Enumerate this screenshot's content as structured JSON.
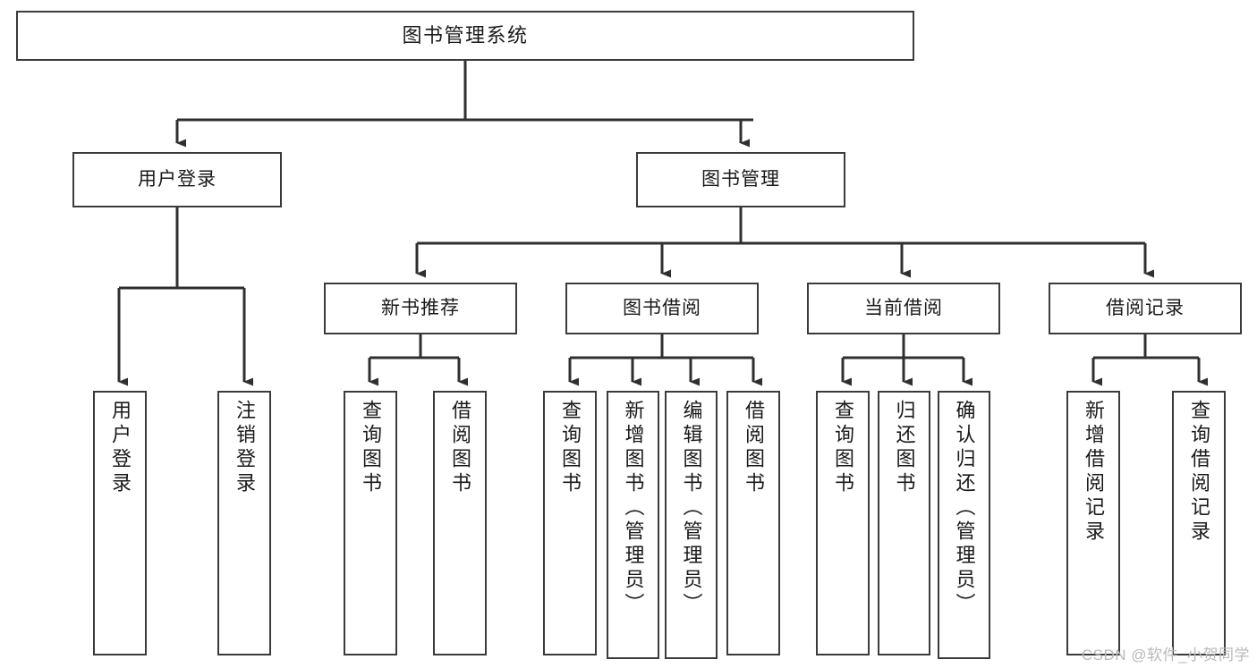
{
  "diagram": {
    "type": "tree-hierarchy",
    "title": "图书管理系统",
    "watermark": "CSDN @软件_小贺同学",
    "colors": {
      "node_border": "#3b3b3b",
      "node_fill": "#ffffff",
      "connector": "#2f2f2f",
      "text": "#1a1a1a",
      "watermark": "#b9b9b9",
      "background": "#ffffff"
    },
    "nodes": {
      "root": {
        "label": "图书管理系统"
      },
      "level2": [
        {
          "id": "user-login",
          "label": "用户登录"
        },
        {
          "id": "book-management",
          "label": "图书管理"
        }
      ],
      "level3": [
        {
          "id": "new-book-recommend",
          "label": "新书推荐"
        },
        {
          "id": "book-borrow",
          "label": "图书借阅"
        },
        {
          "id": "current-borrow",
          "label": "当前借阅"
        },
        {
          "id": "borrow-record",
          "label": "借阅记录"
        }
      ],
      "leaves": {
        "user_login": [
          {
            "id": "leaf-user-login",
            "label": "用户登录"
          },
          {
            "id": "leaf-logout-login",
            "label": "注销登录"
          }
        ],
        "new_book_recommend": [
          {
            "id": "leaf-query-book-1",
            "label": "查询图书"
          },
          {
            "id": "leaf-borrow-book-1",
            "label": "借阅图书"
          }
        ],
        "book_borrow": [
          {
            "id": "leaf-query-book-2",
            "label": "查询图书"
          },
          {
            "id": "leaf-add-book-admin",
            "label": "新增图书（管理员）"
          },
          {
            "id": "leaf-edit-book-admin",
            "label": "编辑图书（管理员）"
          },
          {
            "id": "leaf-borrow-book-2",
            "label": "借阅图书"
          }
        ],
        "current_borrow": [
          {
            "id": "leaf-query-book-3",
            "label": "查询图书"
          },
          {
            "id": "leaf-return-book",
            "label": "归还图书"
          },
          {
            "id": "leaf-confirm-return-admin",
            "label": "确认归还（管理员）"
          }
        ],
        "borrow_record": [
          {
            "id": "leaf-add-borrow-record",
            "label": "新增借阅记录"
          },
          {
            "id": "leaf-query-borrow-record",
            "label": "查询借阅记录"
          }
        ]
      }
    }
  }
}
